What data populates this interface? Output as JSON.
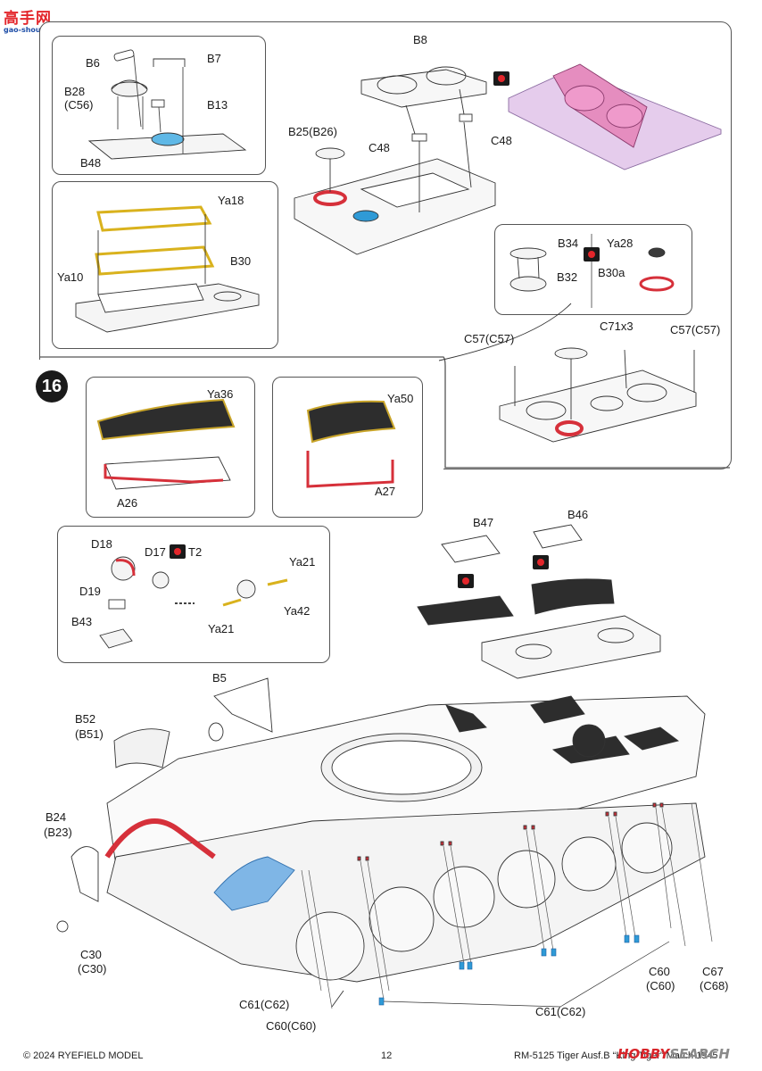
{
  "watermark": {
    "title": "高手网",
    "url": "gao-shou.com"
  },
  "step": {
    "number": "16"
  },
  "colors": {
    "red": "#d6303a",
    "blue": "#2f9ad6",
    "yellow": "#f2d04a",
    "pink": "#e58dbf",
    "teal": "#1f8f7a"
  },
  "labels": {
    "b6": "B6",
    "b7": "B7",
    "b28": "B28",
    "c56": "(C56)",
    "b13": "B13",
    "b48": "B48",
    "b8": "B8",
    "c48a": "C48",
    "c48b": "C48",
    "b25": "B25(B26)",
    "ya18": "Ya18",
    "ya10": "Ya10",
    "b30": "B30",
    "b34": "B34",
    "b32": "B32",
    "ya28": "Ya28",
    "b30a": "B30a",
    "c71": "C71x3",
    "c57a": "C57(C57)",
    "c57b": "C57(C57)",
    "ya36": "Ya36",
    "a26": "A26",
    "ya50": "Ya50",
    "a27": "A27",
    "d18": "D18",
    "d17": "D17",
    "t2": "T2",
    "d19": "D19",
    "b43": "B43",
    "ya21a": "Ya21",
    "ya21b": "Ya21",
    "ya42": "Ya42",
    "b47": "B47",
    "b46": "B46",
    "b5": "B5",
    "b52": "B52",
    "b51": "(B51)",
    "b24": "B24",
    "b23": "(B23)",
    "c30": "C30",
    "c30b": "(C30)",
    "c61a": "C61(C62)",
    "c60a": "C60(C60)",
    "c61b": "C61(C62)",
    "c60b": "C60",
    "c60c": "(C60)",
    "c67": "C67",
    "c68": "(C68)"
  },
  "footer": {
    "copyright": "© 2024 RYEFIELD MODEL",
    "page": "12",
    "product": "RM-5125 Tiger Ausf.B “King Tiger” March 1945",
    "brand1": "HOBBY",
    "brand2": "SEARCH"
  }
}
